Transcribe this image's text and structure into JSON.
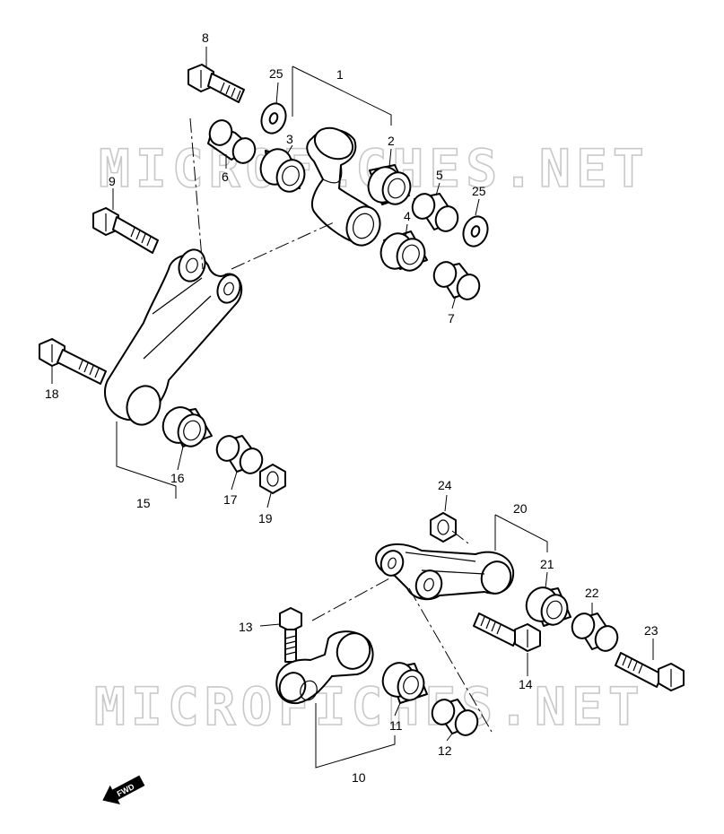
{
  "watermark": {
    "text_top": "MICROFICHES.NET",
    "text_bottom": "MICROFICHES.NET"
  },
  "callouts": {
    "c1": "1",
    "c2": "2",
    "c3": "3",
    "c4": "4",
    "c5": "5",
    "c6": "6",
    "c7": "7",
    "c8": "8",
    "c9": "9",
    "c10": "10",
    "c11": "11",
    "c12": "12",
    "c13": "13",
    "c14": "14",
    "c15": "15",
    "c16": "16",
    "c17": "17",
    "c18": "18",
    "c19": "19",
    "c20": "20",
    "c21": "21",
    "c22": "22",
    "c23": "23",
    "c24": "24",
    "c25a": "25",
    "c25b": "25"
  },
  "direction_arrow": {
    "label": "FWD",
    "icon": "fwd-arrow-icon"
  }
}
